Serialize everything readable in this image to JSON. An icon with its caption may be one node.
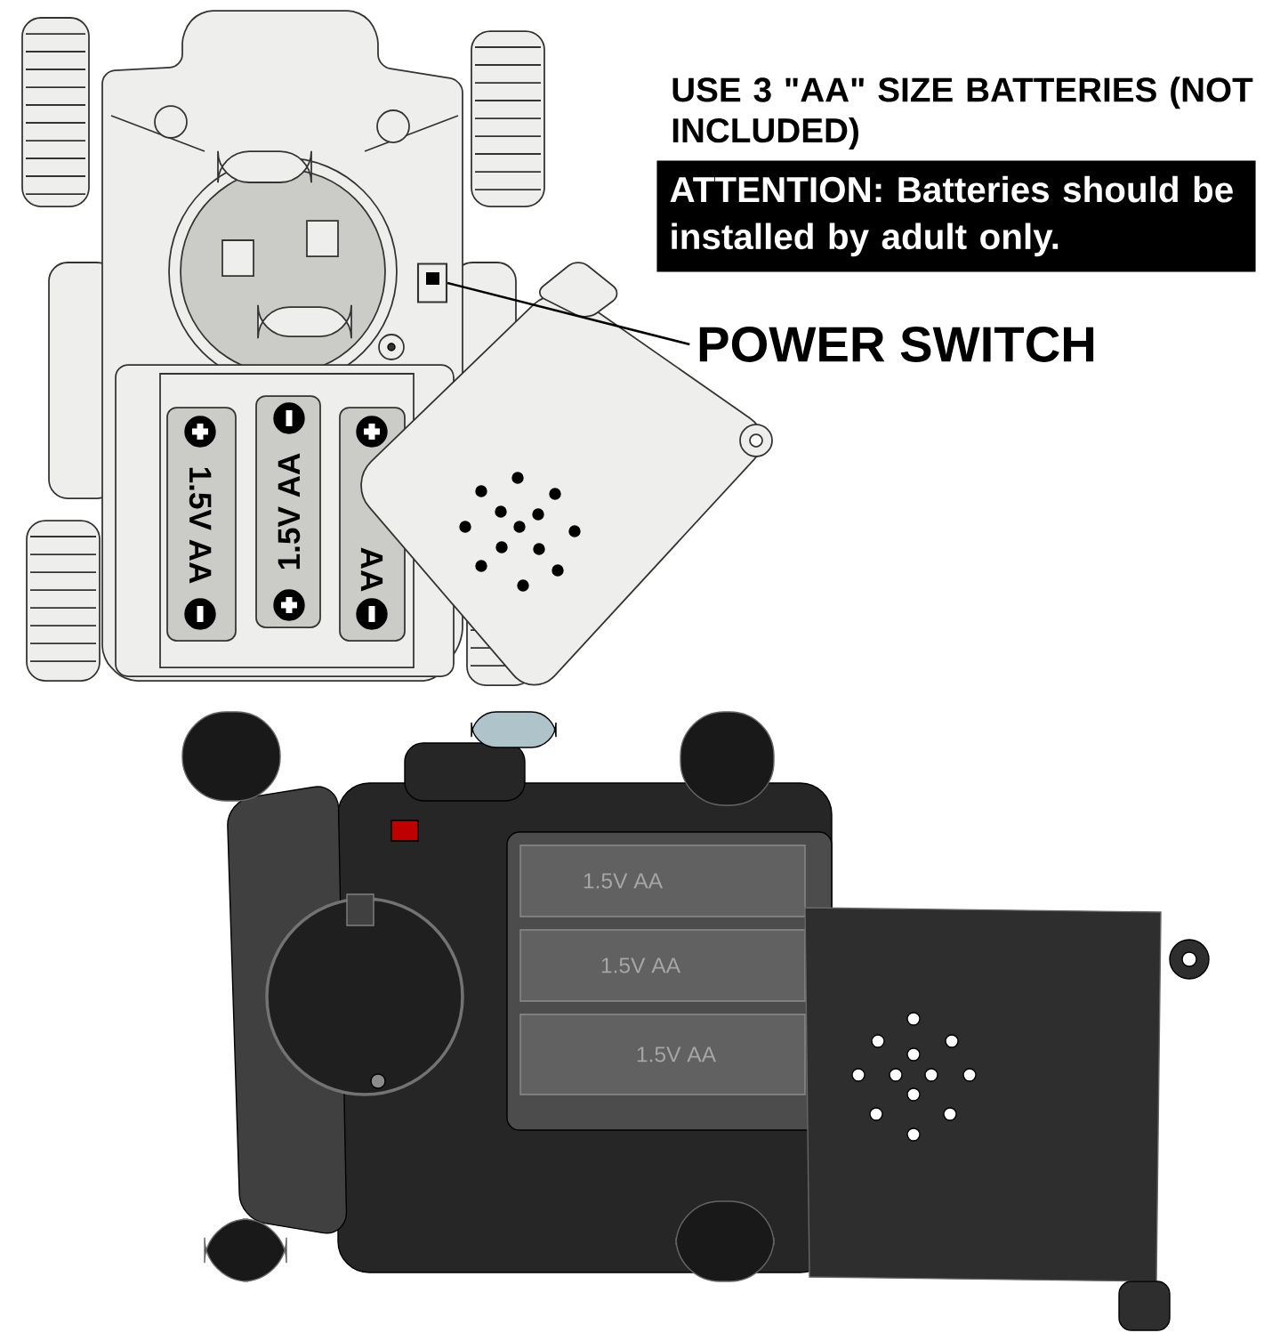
{
  "diagram": {
    "nodes": [
      {
        "text": [
          "ATTENTION: Batteries should be installed by adult only."
        ]
      },
      {
        "text": [
          "POWER SWITCH"
        ]
      },
      {
        "text": [],
        "shape": "box"
      }
    ],
    "edges": [
      {
        "from": 1,
        "to": 2,
        "arrow": "none"
      }
    ],
    "labels": [
      "USE 3 \"AA\" SIZE BATTERIES (NOT INCLUDED)",
      "1.5V AA",
      "1.5V AA",
      "AA",
      "1.5V AA",
      "1.5V AA",
      "1.5V AA"
    ]
  }
}
